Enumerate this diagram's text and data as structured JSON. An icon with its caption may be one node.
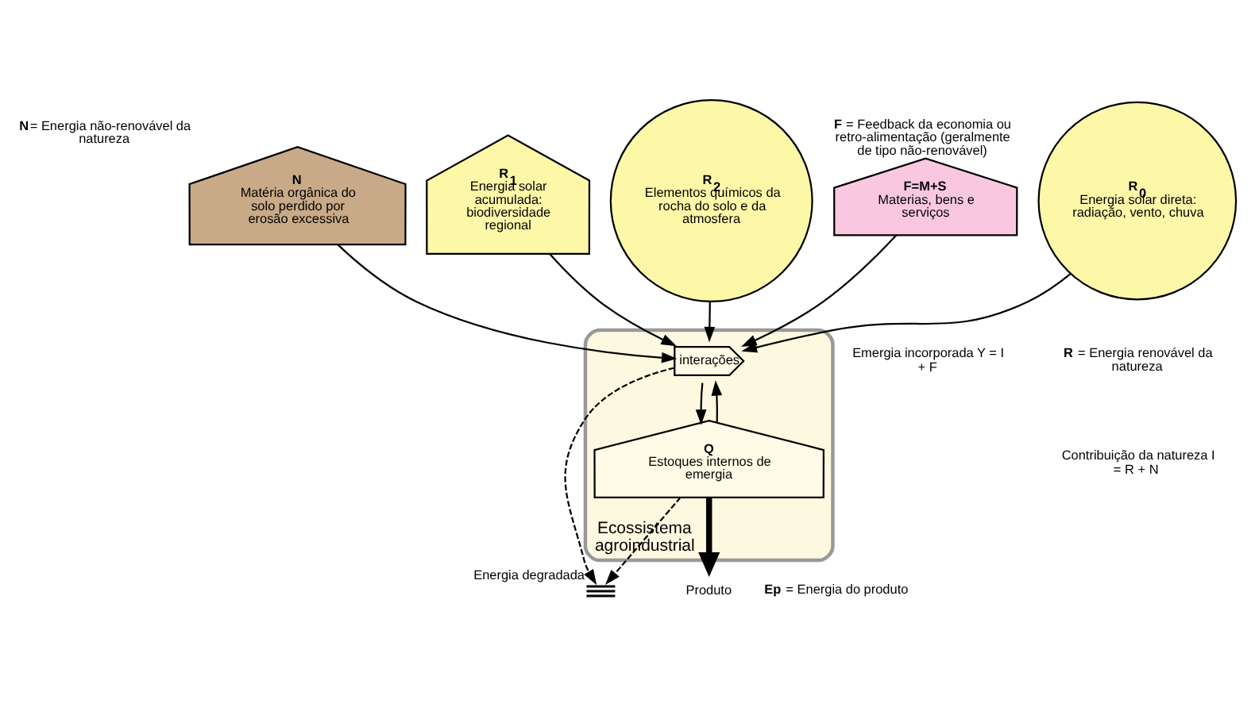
{
  "diagram": {
    "nodes": [
      {
        "text": [
          "R$_{2}$",
          "Elementos químicos da rocha do solo e da atmosfera"
        ]
      },
      {
        "text": [
          "N",
          "Matéria orgânica do solo perdido por erosão excessiva"
        ],
        "beside": [
          "**N**= Energia não-renovável da natureza"
        ]
      },
      {
        "text": [
          "F=M+S",
          "Materias, bens e serviços"
        ],
        "beside": [
          "**F** = Feedback da economia ou retro-alimentação (geralmente de tipo não-renovável)"
        ]
      },
      {
        "text": [
          "R$_{1}$",
          "Energia solar acumulada: biodiversidade regional"
        ]
      },
      {
        "text": [
          "R$_{0}$",
          "Energia solar direta: radiação, vento, chuva"
        ]
      },
      {
        "text": [
          "Ecossistema agroindustrial"
        ]
      },
      {
        "text": [
          "interações"
        ],
        "in": 5
      },
      {
        "text": [
          "Q",
          "Estoques internos de emergia"
        ],
        "in": 5
      },
      {
        "text": [
          "Produto"
        ],
        "beside": [
          "**Ep** = Energia do produto"
        ]
      },
      {
        "text": [],
        "shape": "ground",
        "beside": [
          "Energia degradada"
        ]
      }
    ],
    "edges": [
      {
        "from": 0,
        "to": 6,
        "arrow": "to"
      },
      {
        "from": 1,
        "to": 6,
        "arrow": "to"
      },
      {
        "from": 2,
        "to": 6,
        "arrow": "to"
      },
      {
        "from": 3,
        "to": 6,
        "arrow": "to"
      },
      {
        "from": 4,
        "to": 6,
        "arrow": "to"
      },
      {
        "from": 7,
        "to": 6,
        "arrow": "to"
      },
      {
        "from": 6,
        "to": 7,
        "arrow": "to"
      },
      {
        "from": 7,
        "to": 8,
        "arrow": "to",
        "style": "thick"
      },
      {
        "from": 6,
        "to": 9,
        "arrow": "to",
        "style": "dashed"
      },
      {
        "from": 7,
        "to": 9,
        "arrow": "to",
        "style": "dashed"
      }
    ],
    "labels": [
      "Emergia incorporada Y = I + F",
      "**R** = Energia renovável da natureza",
      "Contribuição da natureza I = R + N"
    ]
  }
}
